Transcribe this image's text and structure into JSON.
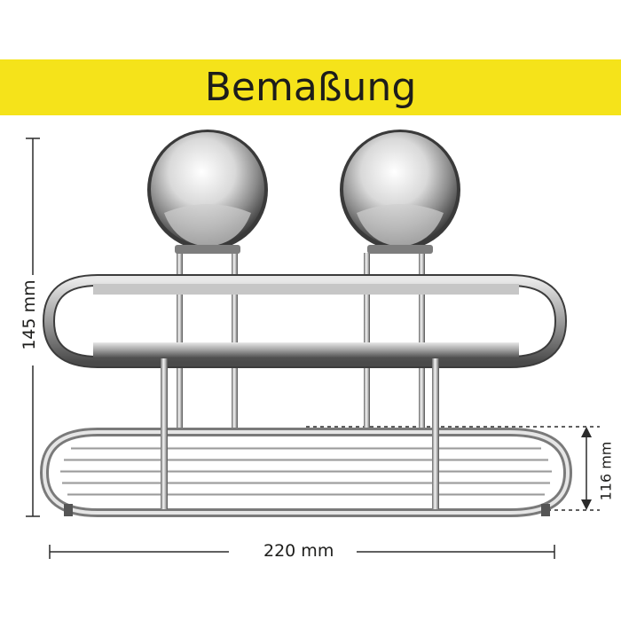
{
  "header": {
    "title": "Bemaßung",
    "background_color": "#f5e31a"
  },
  "dimensions": {
    "width_label": "220 mm",
    "height_label": "145 mm",
    "depth_label": "116 mm"
  },
  "product": {
    "material_color": "#c9c9c9",
    "suction_cup_count": 2
  }
}
